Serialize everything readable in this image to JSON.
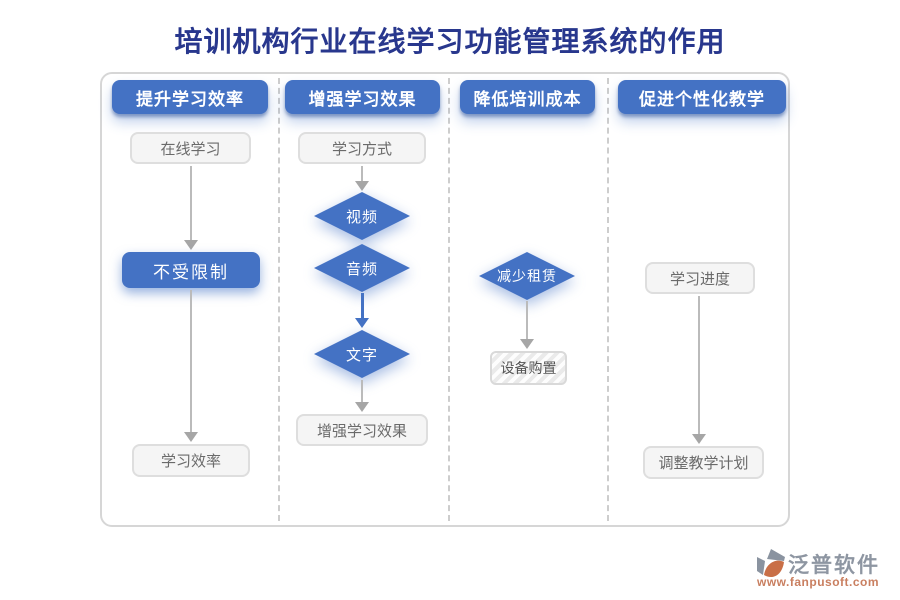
{
  "title": "培训机构行业在线学习功能管理系统的作用",
  "columns": [
    {
      "header": "提升学习效率",
      "nodes": [
        {
          "label": "在线学习"
        },
        {
          "label": "不受限制"
        },
        {
          "label": "学习效率"
        }
      ]
    },
    {
      "header": "增强学习效果",
      "nodes": [
        {
          "label": "学习方式"
        },
        {
          "label": "视频"
        },
        {
          "label": "音频"
        },
        {
          "label": "文字"
        },
        {
          "label": "增强学习效果"
        }
      ]
    },
    {
      "header": "降低培训成本",
      "nodes": [
        {
          "label": "减少租赁"
        },
        {
          "label": "设备购置"
        }
      ]
    },
    {
      "header": "促进个性化教学",
      "nodes": [
        {
          "label": "学习进度"
        },
        {
          "label": "调整教学计划"
        }
      ]
    }
  ],
  "watermark": {
    "brand": "泛普软件",
    "url": "www.fanpusoft.com"
  },
  "colors": {
    "accent_blue": "#4472C4",
    "title_blue": "#28378D",
    "node_bg": "#f5f5f5",
    "node_border": "#dedede",
    "arrow_gray": "#a6a6a6",
    "watermark_gray": "#8e96a2",
    "watermark_orange": "#c97f60"
  }
}
